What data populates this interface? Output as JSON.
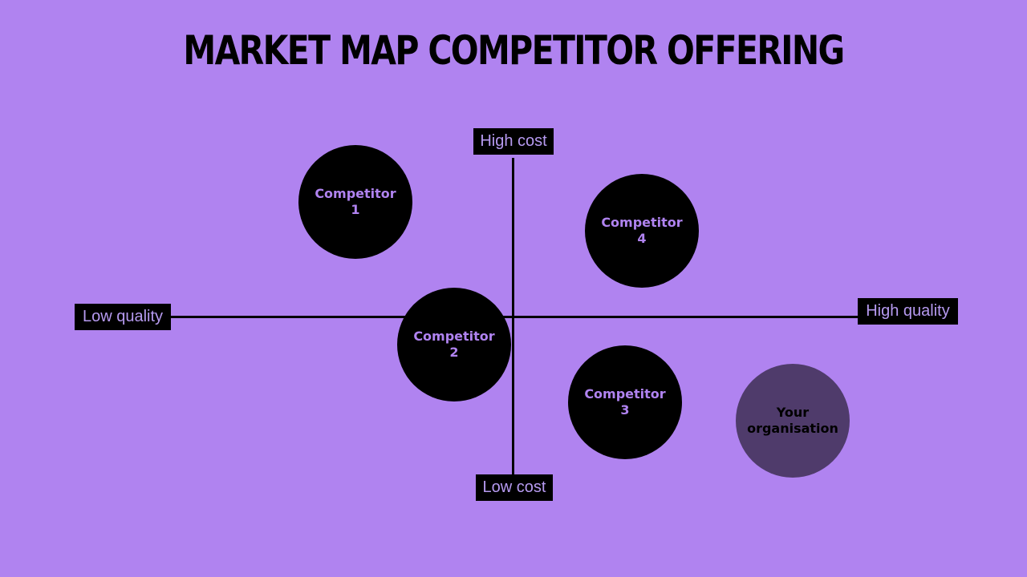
{
  "title": "MARKET MAP COMPETITOR OFFERING",
  "axes": {
    "top": "High cost",
    "bottom": "Low cost",
    "left": "Low quality",
    "right": "High quality"
  },
  "bubbles": [
    {
      "label": "Competitor\n1"
    },
    {
      "label": "Competitor\n2"
    },
    {
      "label": "Competitor\n3"
    },
    {
      "label": "Competitor\n4"
    },
    {
      "label": "Your\norganisation"
    }
  ],
  "colors": {
    "background": "#b083f0",
    "bubble": "#000000",
    "organisation_bubble": "#4f3b6b",
    "axis_label_text": "#b69af0"
  }
}
